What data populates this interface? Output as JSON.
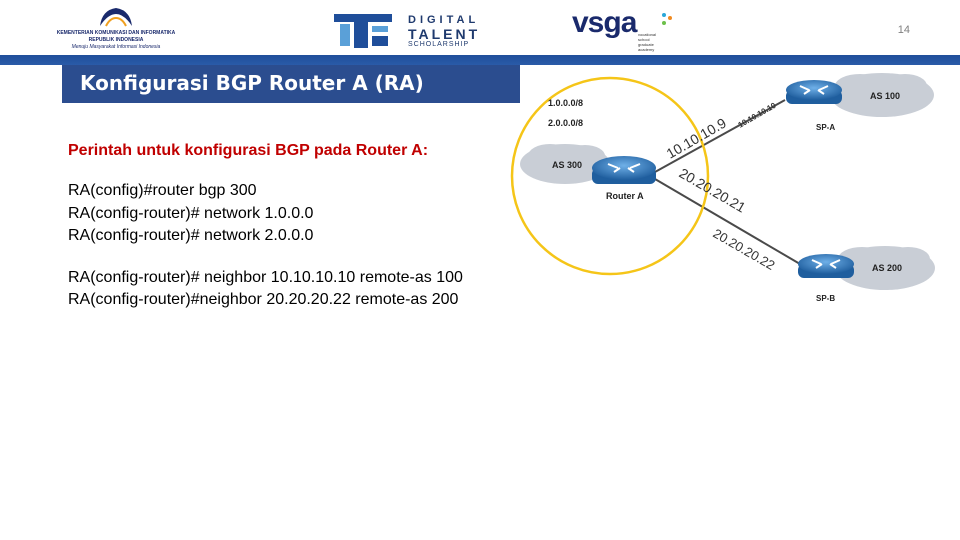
{
  "header": {
    "kominfo_logo": {
      "icon": "kominfo-emblem-icon",
      "line1": "KEMENTERIAN KOMUNIKASI DAN INFORMATIKA",
      "line2": "REPUBLIK INDONESIA",
      "tagline": "Menuju Masyarakat Informasi Indonesia"
    },
    "dts_logo": {
      "line1": "DIGITAL",
      "line2": "TALENT",
      "line3": "SCHOLARSHIP"
    },
    "vsga_logo": {
      "name": "vsga",
      "line1": "vocational",
      "line2": "school",
      "line3": "graduate",
      "line4": "academy"
    },
    "page_number": "14"
  },
  "slide": {
    "title": "Konfigurasi BGP Router A (RA)",
    "subtitle": "Perintah untuk konfigurasi BGP pada Router A:",
    "commands_group1": [
      "RA(config)#router bgp 300",
      "RA(config-router)# network 1.0.0.0",
      "RA(config-router)# network 2.0.0.0"
    ],
    "commands_group2": [
      "RA(config-router)# neighbor 10.10.10.10 remote-as 100",
      "RA(config-router)#neighbor 20.20.20.22 remote-as 200"
    ]
  },
  "diagram": {
    "networks": [
      "1.0.0.0/8",
      "2.0.0.0/8"
    ],
    "as300": "AS 300",
    "router_a": "Router A",
    "as100": "AS 100",
    "spa": "SP-A",
    "as200": "AS 200",
    "spb": "SP-B",
    "ip_ra_spa": "10.10.10.9",
    "ip_spa": "10.10.10.10",
    "ip_ra_spb": "20.20.20.21",
    "ip_spb": "20.20.20.22",
    "colors": {
      "highlight_circle": "#f5c518",
      "cloud": "#c9ced6",
      "router": "#3a7cc1",
      "link": "#4a4a4a"
    }
  }
}
